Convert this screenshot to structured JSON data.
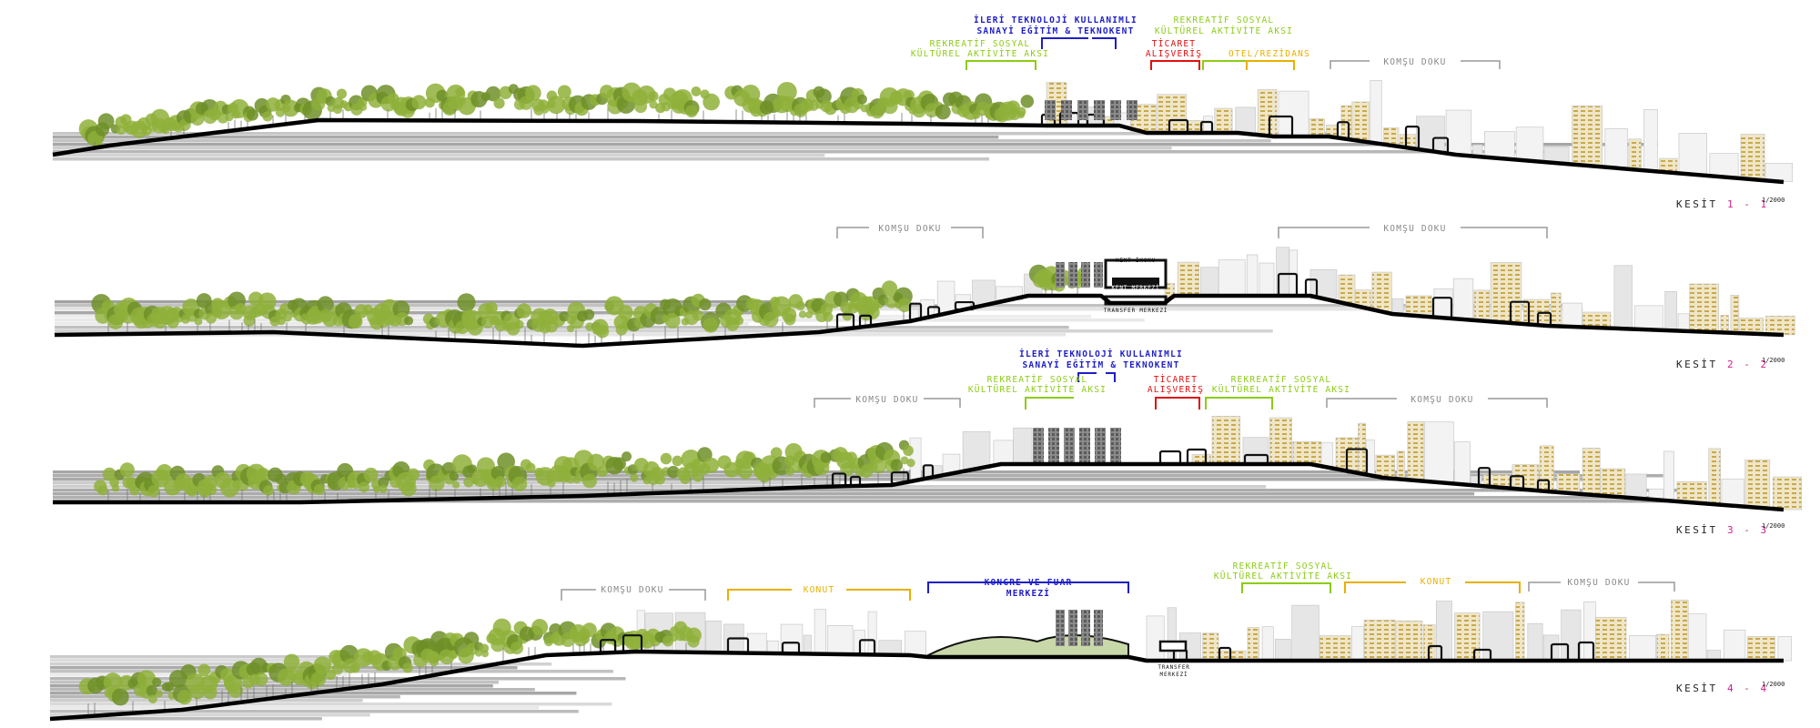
{
  "colors": {
    "green_label": "#8ccc14",
    "blue_label": "#1e1ec8",
    "red_label": "#e01010",
    "orange_label": "#e8b000",
    "gray_label": "#888888",
    "tree": "#8fb03a",
    "tree_dark": "#6e8f28",
    "ground": "#000000",
    "kesit_number": "#d0208a"
  },
  "sections": [
    {
      "kesit_word": "KESİT",
      "number": "1 - 1",
      "scale": "1/2000",
      "labels": {
        "ileri": [
          "İLERİ TEKNOLOJİ KULLANIMLI",
          "SANAYİ EĞİTİM & TEKNOKENT"
        ],
        "rekreatif_top": [
          "REKREATİF SOSYAL",
          "KÜLTÜREL AKTİVİTE AKSI"
        ],
        "rekreatif_left": [
          "REKREATİF SOSYAL",
          "KÜLTÜREL AKTİVİTE AKSI"
        ],
        "ticaret": [
          "TİCARET",
          "ALIŞVERİŞ"
        ],
        "otel": "OTEL/REZİDANS",
        "komsu": "KOMŞU DOKU"
      }
    },
    {
      "kesit_word": "KESİT",
      "number": "2 - 2",
      "scale": "1/2000",
      "labels": {
        "komsu_left": "KOMŞU DOKU",
        "komsu_right": "KOMŞU DOKU",
        "kent_ikonu": "KENT İKONU",
        "kent_merkezi": "KENT MERKEZİ",
        "transfer": "TRANSFER MERKEZİ"
      }
    },
    {
      "kesit_word": "KESİT",
      "number": "3 - 3",
      "scale": "1/2000",
      "labels": {
        "ileri": [
          "İLERİ TEKNOLOJİ KULLANIMLI",
          "SANAYİ EĞİTİM & TEKNOKENT"
        ],
        "komsu_left": "KOMŞU DOKU",
        "rekreatif_left": [
          "REKREATİF SOSYAL",
          "KÜLTÜREL AKTİVİTE AKSI"
        ],
        "ticaret": [
          "TİCARET",
          "ALIŞVERİŞ"
        ],
        "rekreatif_right": [
          "REKREATİF SOSYAL",
          "KÜLTÜREL AKTİVİTE AKSI"
        ],
        "komsu_right": "KOMŞU DOKU"
      }
    },
    {
      "kesit_word": "KESİT",
      "number": "4 - 4",
      "scale": "1/2000",
      "labels": {
        "komsu_left": "KOMŞU DOKU",
        "konut_left": "KONUT",
        "kongre": [
          "KONGRE VE FUAR",
          "MERKEZİ"
        ],
        "rekreatif": [
          "REKREATİF SOSYAL",
          "KÜLTÜREL AKTİVİTE AKSI"
        ],
        "konut_right": "KONUT",
        "komsu_right": "KOMŞU DOKU",
        "transfer": [
          "TRANSFER",
          "MERKEZİ"
        ]
      }
    }
  ]
}
